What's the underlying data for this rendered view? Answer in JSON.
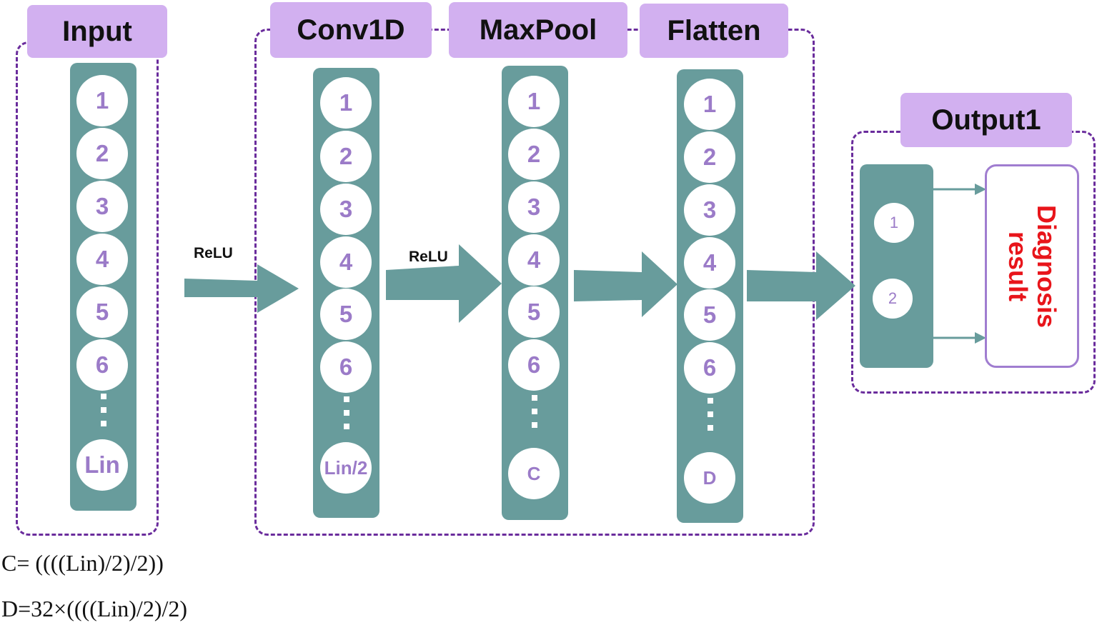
{
  "labels": {
    "input": "Input",
    "conv": "Conv1D",
    "maxpool": "MaxPool",
    "flatten": "Flatten",
    "output": "Output1"
  },
  "input_nodes": [
    "1",
    "2",
    "3",
    "4",
    "5",
    "6",
    "Lin"
  ],
  "conv_nodes": [
    "1",
    "2",
    "3",
    "4",
    "5",
    "6",
    "Lin/2"
  ],
  "maxpool_nodes": [
    "1",
    "2",
    "3",
    "4",
    "5",
    "6",
    "C"
  ],
  "flatten_nodes": [
    "1",
    "2",
    "3",
    "4",
    "5",
    "6",
    "D"
  ],
  "output_nodes": [
    "1",
    "2"
  ],
  "relu_1": "ReLU",
  "relu_2": "ReLU",
  "diagnosis": {
    "line1": "Diagnosis",
    "line2": "result"
  },
  "formulas": {
    "c": "C= ((((Lin)/2)/2))",
    "d": "D=32×((((Lin)/2)/2)"
  },
  "colors": {
    "dashed_border": "#6a2c9c",
    "label_bg": "#d2b0f0",
    "column": "#689c9c",
    "node_text": "#9b7bc8",
    "diagnosis_text": "#e8151b"
  }
}
